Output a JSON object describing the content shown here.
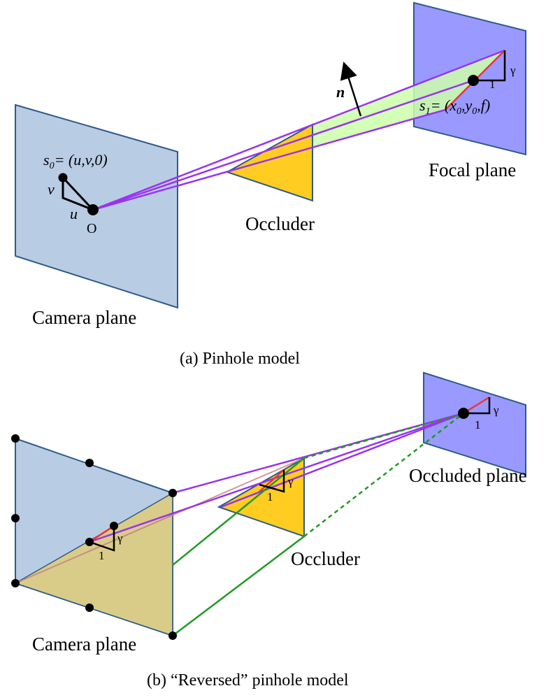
{
  "panel_a": {
    "caption": "(a) Pinhole model",
    "camera_plane_label": "Camera plane",
    "occluder_label": "Occluder",
    "focal_plane_label": "Focal plane",
    "normal_label": "n",
    "s0_label": {
      "s": "s",
      "sub": "0",
      "rest": "= (u,v,0)"
    },
    "u_label": "u",
    "v_label": "v",
    "origin_label": "O",
    "s1_label": {
      "s": "s",
      "sub1": "1",
      "mid1": "= (x",
      "sub2": "0",
      "mid2": ",y",
      "sub3": "0",
      "rest": ",f)"
    },
    "one_label": "1",
    "gamma_label": "γ"
  },
  "panel_b": {
    "caption": "(b) “Reversed” pinhole model",
    "camera_plane_label": "Camera plane",
    "occluder_label": "Occluder",
    "occluded_plane_label": "Occluded plane",
    "one_label": "1",
    "gamma_label": "γ"
  },
  "colors": {
    "camera_plane": "#b8cce4",
    "focal_plane": "#9999ff",
    "occluder": "#ffcc22",
    "ray_purple": "#9933ee",
    "ray_green": "#229922",
    "ray_band": "#ccffaa",
    "projection_fill": "#d9cc88",
    "red_segment": "#ee3333",
    "plane_edge": "#2e5a8a"
  }
}
